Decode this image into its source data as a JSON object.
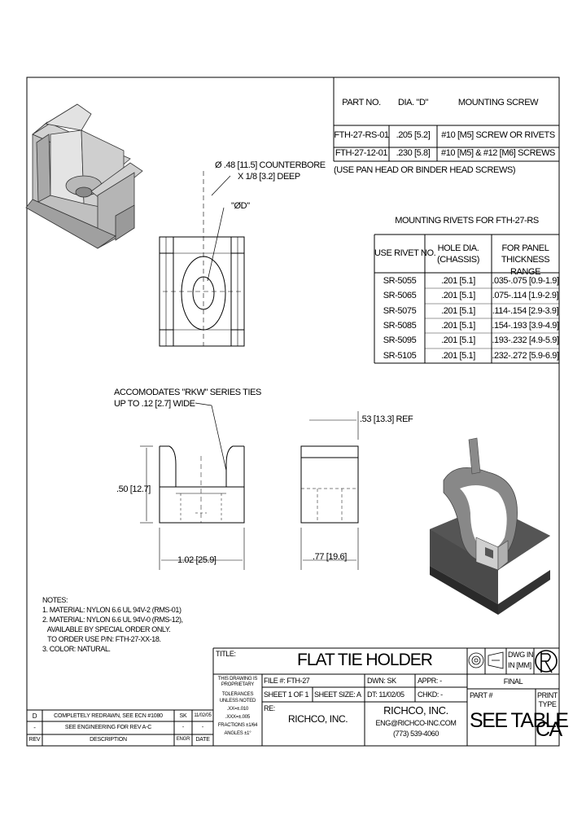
{
  "screw_table": {
    "headers": [
      "PART NO.",
      "DIA. \"D\"",
      "MOUNTING SCREW"
    ],
    "rows": [
      [
        "FTH-27-RS-01",
        ".205 [5.2]",
        "#10 [M5] SCREW OR RIVETS"
      ],
      [
        "FTH-27-12-01",
        ".230 [5.8]",
        "#10 [M5] & #12 [M6] SCREWS"
      ]
    ],
    "note": "(USE PAN HEAD OR BINDER HEAD SCREWS)"
  },
  "rivet_table": {
    "title": "MOUNTING RIVETS FOR FTH-27-RS",
    "headers": [
      "USE RIVET NO.",
      "HOLE DIA. (CHASSIS)",
      "FOR PANEL THICKNESS RANGE"
    ],
    "rows": [
      [
        "SR-5055",
        ".201 [5.1]",
        ".035-.075 [0.9-1.9]"
      ],
      [
        "SR-5065",
        ".201 [5.1]",
        ".075-.114 [1.9-2.9]"
      ],
      [
        "SR-5075",
        ".201 [5.1]",
        ".114-.154 [2.9-3.9]"
      ],
      [
        "SR-5085",
        ".201 [5.1]",
        ".154-.193 [3.9-4.9]"
      ],
      [
        "SR-5095",
        ".201 [5.1]",
        ".193-.232 [4.9-5.9]"
      ],
      [
        "SR-5105",
        ".201 [5.1]",
        ".232-.272 [5.9-6.9]"
      ]
    ]
  },
  "dimensions": {
    "counterbore_1": "Ø .48 [11.5] COUNTERBORE",
    "counterbore_2": "X 1/8 [3.2] DEEP",
    "dia_d": "\"ØD\"",
    "accommodates_1": "ACCOMODATES \"RKW\" SERIES TIES",
    "accommodates_2": "UP TO .12 [2.7] WIDE",
    "height": ".50 [12.7]",
    "width": "1.02 [25.9]",
    "depth": ".77 [19.6]",
    "ref": ".53 [13.3] REF"
  },
  "notes": {
    "title": "NOTES:",
    "lines": [
      "1. MATERIAL: NYLON 6.6 UL 94V-2 (RMS-01)",
      "2. MATERIAL: NYLON 6.6 UL 94V-0 (RMS-12),",
      "   AVAILABLE BY SPECIAL ORDER ONLY.",
      "   TO ORDER USE P/N: FTH-27-XX-18.",
      "3. COLOR: NATURAL."
    ]
  },
  "title_block": {
    "title_label": "TITLE:",
    "title": "FLAT TIE HOLDER",
    "dwg_in": "DWG IN",
    "units": "IN [MM]",
    "final": "FINAL",
    "file": "FILE #: FTH-27",
    "drawn": "DWN: SK",
    "appr": "APPR: -",
    "sheet": "SHEET 1 OF 1",
    "sheet_size": "SHEET SIZE: A",
    "date": "DT: 11/02/05",
    "chkd": "CHKD: -",
    "part_label": "PART #",
    "see_table": "SEE TABLE",
    "print_type_1": "PRINT",
    "print_type_2": "TYPE",
    "print_type_code": "CA",
    "re_label": "RE:",
    "company_left": "RICHCO, INC.",
    "company_right": "RICHCO, INC.",
    "email": "ENG@RICHCO-INC.COM",
    "phone": "(773) 539-4060",
    "tol_lines": [
      "THIS DRAWING IS",
      "PROPRIETARY",
      "TOLERANCES",
      "UNLESS NOTED",
      ".XX=±.010",
      ".XXX=±.005",
      "FRACTIONS ±1/64",
      "ANGLES ±1°"
    ]
  },
  "revisions": {
    "rows": [
      [
        "D",
        "COMPLETELY REDRAWN, SEE ECN #1080",
        "SK",
        "11/02/05"
      ],
      [
        "-",
        "SEE ENGINEERING FOR REV A-C",
        "-",
        "-"
      ]
    ],
    "headers": [
      "REV",
      "DESCRIPTION",
      "ENGR",
      "DATE"
    ]
  }
}
